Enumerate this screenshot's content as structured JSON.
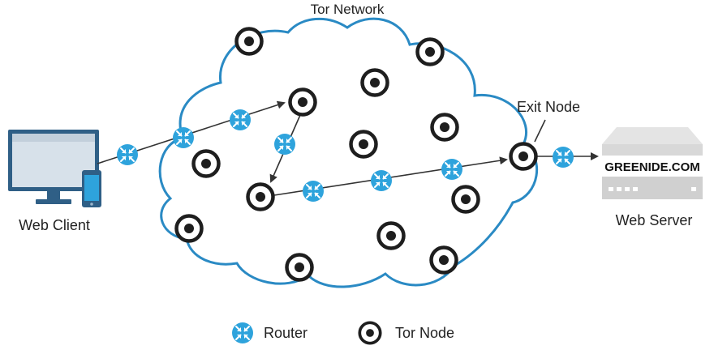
{
  "title": "Tor Network",
  "labels": {
    "web_client": "Web Client",
    "exit_node": "Exit Node",
    "web_server": "Web Server",
    "server_brand": "GREENIDE.COM"
  },
  "legend": {
    "router": "Router",
    "tor_node": "Tor Node"
  },
  "colors": {
    "cloud_stroke": "#2a8ac4",
    "router_fill": "#2ea3dc",
    "node_stroke": "#1e1e1e",
    "arrow": "#333333",
    "server_body": "#d8d8d8"
  },
  "icons": {
    "router": "router-icon",
    "tor_node": "tor-node-icon",
    "client": "computer-and-phone-icon",
    "server": "server-icon"
  }
}
